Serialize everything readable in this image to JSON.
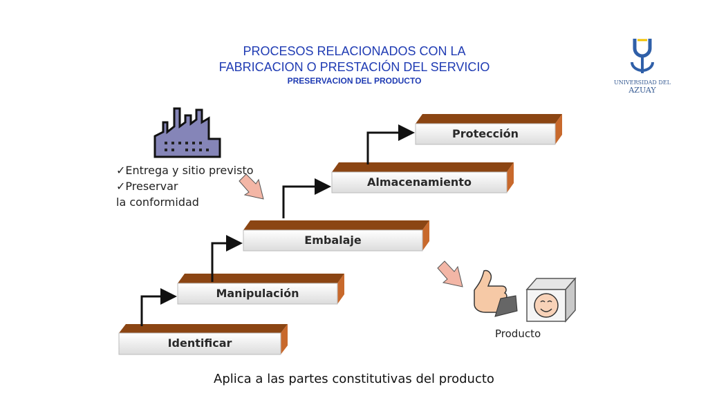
{
  "header": {
    "line1": "PROCESOS RELACIONADOS CON LA",
    "line2": "FABRICACION O PRESTACIÓN DEL SERVICIO",
    "subtitle": "PRESERVACION DEL PRODUCTO"
  },
  "logo": {
    "line1": "UNIVERSIDAD DEL",
    "line2": "AZUAY",
    "icon": "university-crest-icon"
  },
  "bullets": {
    "check": "✓",
    "item1": "Entrega y sitio previsto",
    "item2": "Preservar",
    "item3": "la conformidad"
  },
  "steps": {
    "s1": "Identificar",
    "s2": "Manipulación",
    "s3": "Embalaje",
    "s4": "Almacenamiento",
    "s5": "Protección"
  },
  "product": {
    "label": "Producto"
  },
  "caption": "Aplica a las partes constitutivas del producto",
  "colors": {
    "title_blue": "#1f3bb3",
    "step_top": "#8b4513",
    "step_side": "#c8692c",
    "factory": "#8585b8",
    "arrow_pink": "#f3b6a6"
  }
}
